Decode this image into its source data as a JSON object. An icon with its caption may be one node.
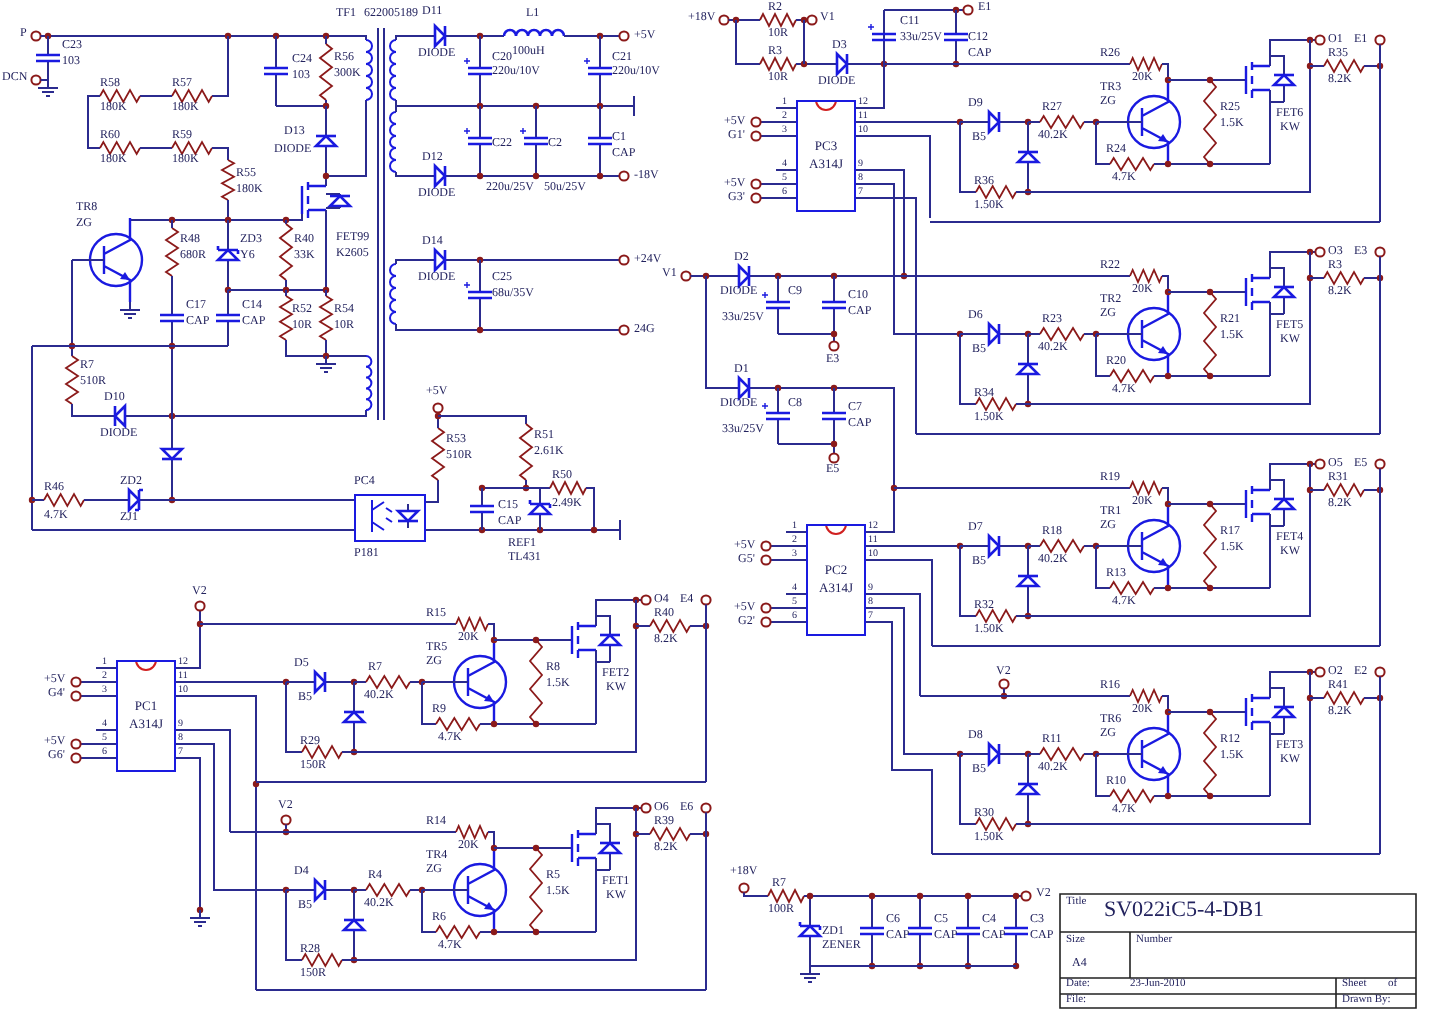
{
  "diagram": {
    "nodes": [
      {
        "text": [
          "PC3",
          "A314J"
        ],
        "beside": [
          "1",
          "2",
          "3",
          "4",
          "5",
          "6",
          "12",
          "11",
          "10",
          "9",
          "8",
          "7"
        ]
      },
      {
        "text": [
          "PC4",
          "P181"
        ]
      },
      {
        "text": [
          "PC2",
          "A314J"
        ],
        "beside": [
          "1",
          "2",
          "3",
          "4",
          "5",
          "6",
          "12",
          "11",
          "10",
          "9",
          "8",
          "7"
        ]
      },
      {
        "text": [
          "PC1",
          "A314J"
        ],
        "beside": [
          "1",
          "2",
          "3",
          "4",
          "5",
          "6",
          "12",
          "11",
          "10",
          "9",
          "8",
          "7"
        ]
      }
    ],
    "labels": [
      "P",
      "C23",
      "103",
      "DCN",
      "R58",
      "180K",
      "R57",
      "180K",
      "R60",
      "180K",
      "R59",
      "180K",
      "R55",
      "180K",
      "TF1",
      "622005189",
      "C24",
      "103",
      "R56",
      "300K",
      "D13",
      "DIODE",
      "TR8",
      "ZG",
      "FET99",
      "K2605",
      "R48",
      "680R",
      "ZD3",
      "Y6",
      "R40",
      "33K",
      "C17",
      "CAP",
      "C14",
      "CAP",
      "R52",
      "10R",
      "R54",
      "10R",
      "D11",
      "DIODE",
      "L1",
      "100uH",
      "+5V",
      "C20",
      "220u/10V",
      "C21",
      "220u/10V",
      "C22",
      "220u/25V",
      "C2",
      "50u/25V",
      "C1",
      "CAP",
      "D12",
      "DIODE",
      "-18V",
      "D14",
      "DIODE",
      "C25",
      "68u/35V",
      "+24V",
      "24G",
      "R7",
      "510R",
      "D10",
      "DIODE",
      "R46",
      "4.7K",
      "ZD2",
      "ZJ1",
      "+5V",
      "R53",
      "510R",
      "R51",
      "2.61K",
      "R50",
      "2.49K",
      "C15",
      "CAP",
      "REF1",
      "TL431",
      "+5V",
      "G4'",
      "+5V",
      "G6'",
      "V2",
      "V2",
      "R15",
      "20K",
      "TR5",
      "ZG",
      "D5",
      "B5",
      "R7",
      "40.2K",
      "R8",
      "1.5K",
      "R9",
      "4.7K",
      "R29",
      "150R",
      "FET2",
      "KW",
      "O4",
      "E4",
      "R40",
      "8.2K",
      "R14",
      "20K",
      "TR4",
      "ZG",
      "D4",
      "B5",
      "R4",
      "40.2K",
      "R5",
      "1.5K",
      "R6",
      "4.7K",
      "R28",
      "150R",
      "FET1",
      "KW",
      "O6",
      "E6",
      "R39",
      "8.2K",
      "+18V",
      "R2",
      "10R",
      "V1",
      "R3",
      "10R",
      "D3",
      "DIODE",
      "C11",
      "33u/25V",
      "E1",
      "C12",
      "CAP",
      "+5V",
      "G1'",
      "+5V",
      "G3'",
      "V1",
      "D2",
      "DIODE",
      "C9",
      "33u/25V",
      "C10",
      "CAP",
      "E3",
      "D1",
      "DIODE",
      "C8",
      "33u/25V",
      "C7",
      "CAP",
      "E5",
      "+5V",
      "G5'",
      "+5V",
      "G2'",
      "V2",
      "R26",
      "20K",
      "TR3",
      "ZG",
      "D9",
      "B5",
      "R27",
      "40.2K",
      "R25",
      "1.5K",
      "R24",
      "4.7K",
      "R36",
      "1.50K",
      "FET6",
      "KW",
      "O1",
      "E1",
      "R35",
      "8.2K",
      "R22",
      "20K",
      "TR2",
      "ZG",
      "D6",
      "B5",
      "R23",
      "40.2K",
      "R21",
      "1.5K",
      "R20",
      "4.7K",
      "R34",
      "1.50K",
      "FET5",
      "KW",
      "O3",
      "E3",
      "R3",
      "8.2K",
      "R19",
      "20K",
      "TR1",
      "ZG",
      "D7",
      "B5",
      "R18",
      "40.2K",
      "R17",
      "1.5K",
      "R13",
      "4.7K",
      "R32",
      "1.50K",
      "FET4",
      "KW",
      "O5",
      "E5",
      "R31",
      "8.2K",
      "R16",
      "20K",
      "TR6",
      "ZG",
      "D8",
      "B5",
      "R11",
      "40.2K",
      "R12",
      "1.5K",
      "R10",
      "4.7K",
      "R30",
      "1.50K",
      "FET3",
      "KW",
      "O2",
      "E2",
      "R41",
      "8.2K",
      "+18V",
      "R7",
      "100R",
      "ZD1",
      "ZENER",
      "C6",
      "CAP",
      "C5",
      "CAP",
      "C4",
      "CAP",
      "C3",
      "CAP",
      "V2",
      "Title",
      "SV022iC5-4-DB1",
      "Size",
      "A4",
      "Number",
      "Date:",
      "23-Jun-2010",
      "Sheet",
      "of",
      "File:",
      "Drawn By:"
    ]
  }
}
